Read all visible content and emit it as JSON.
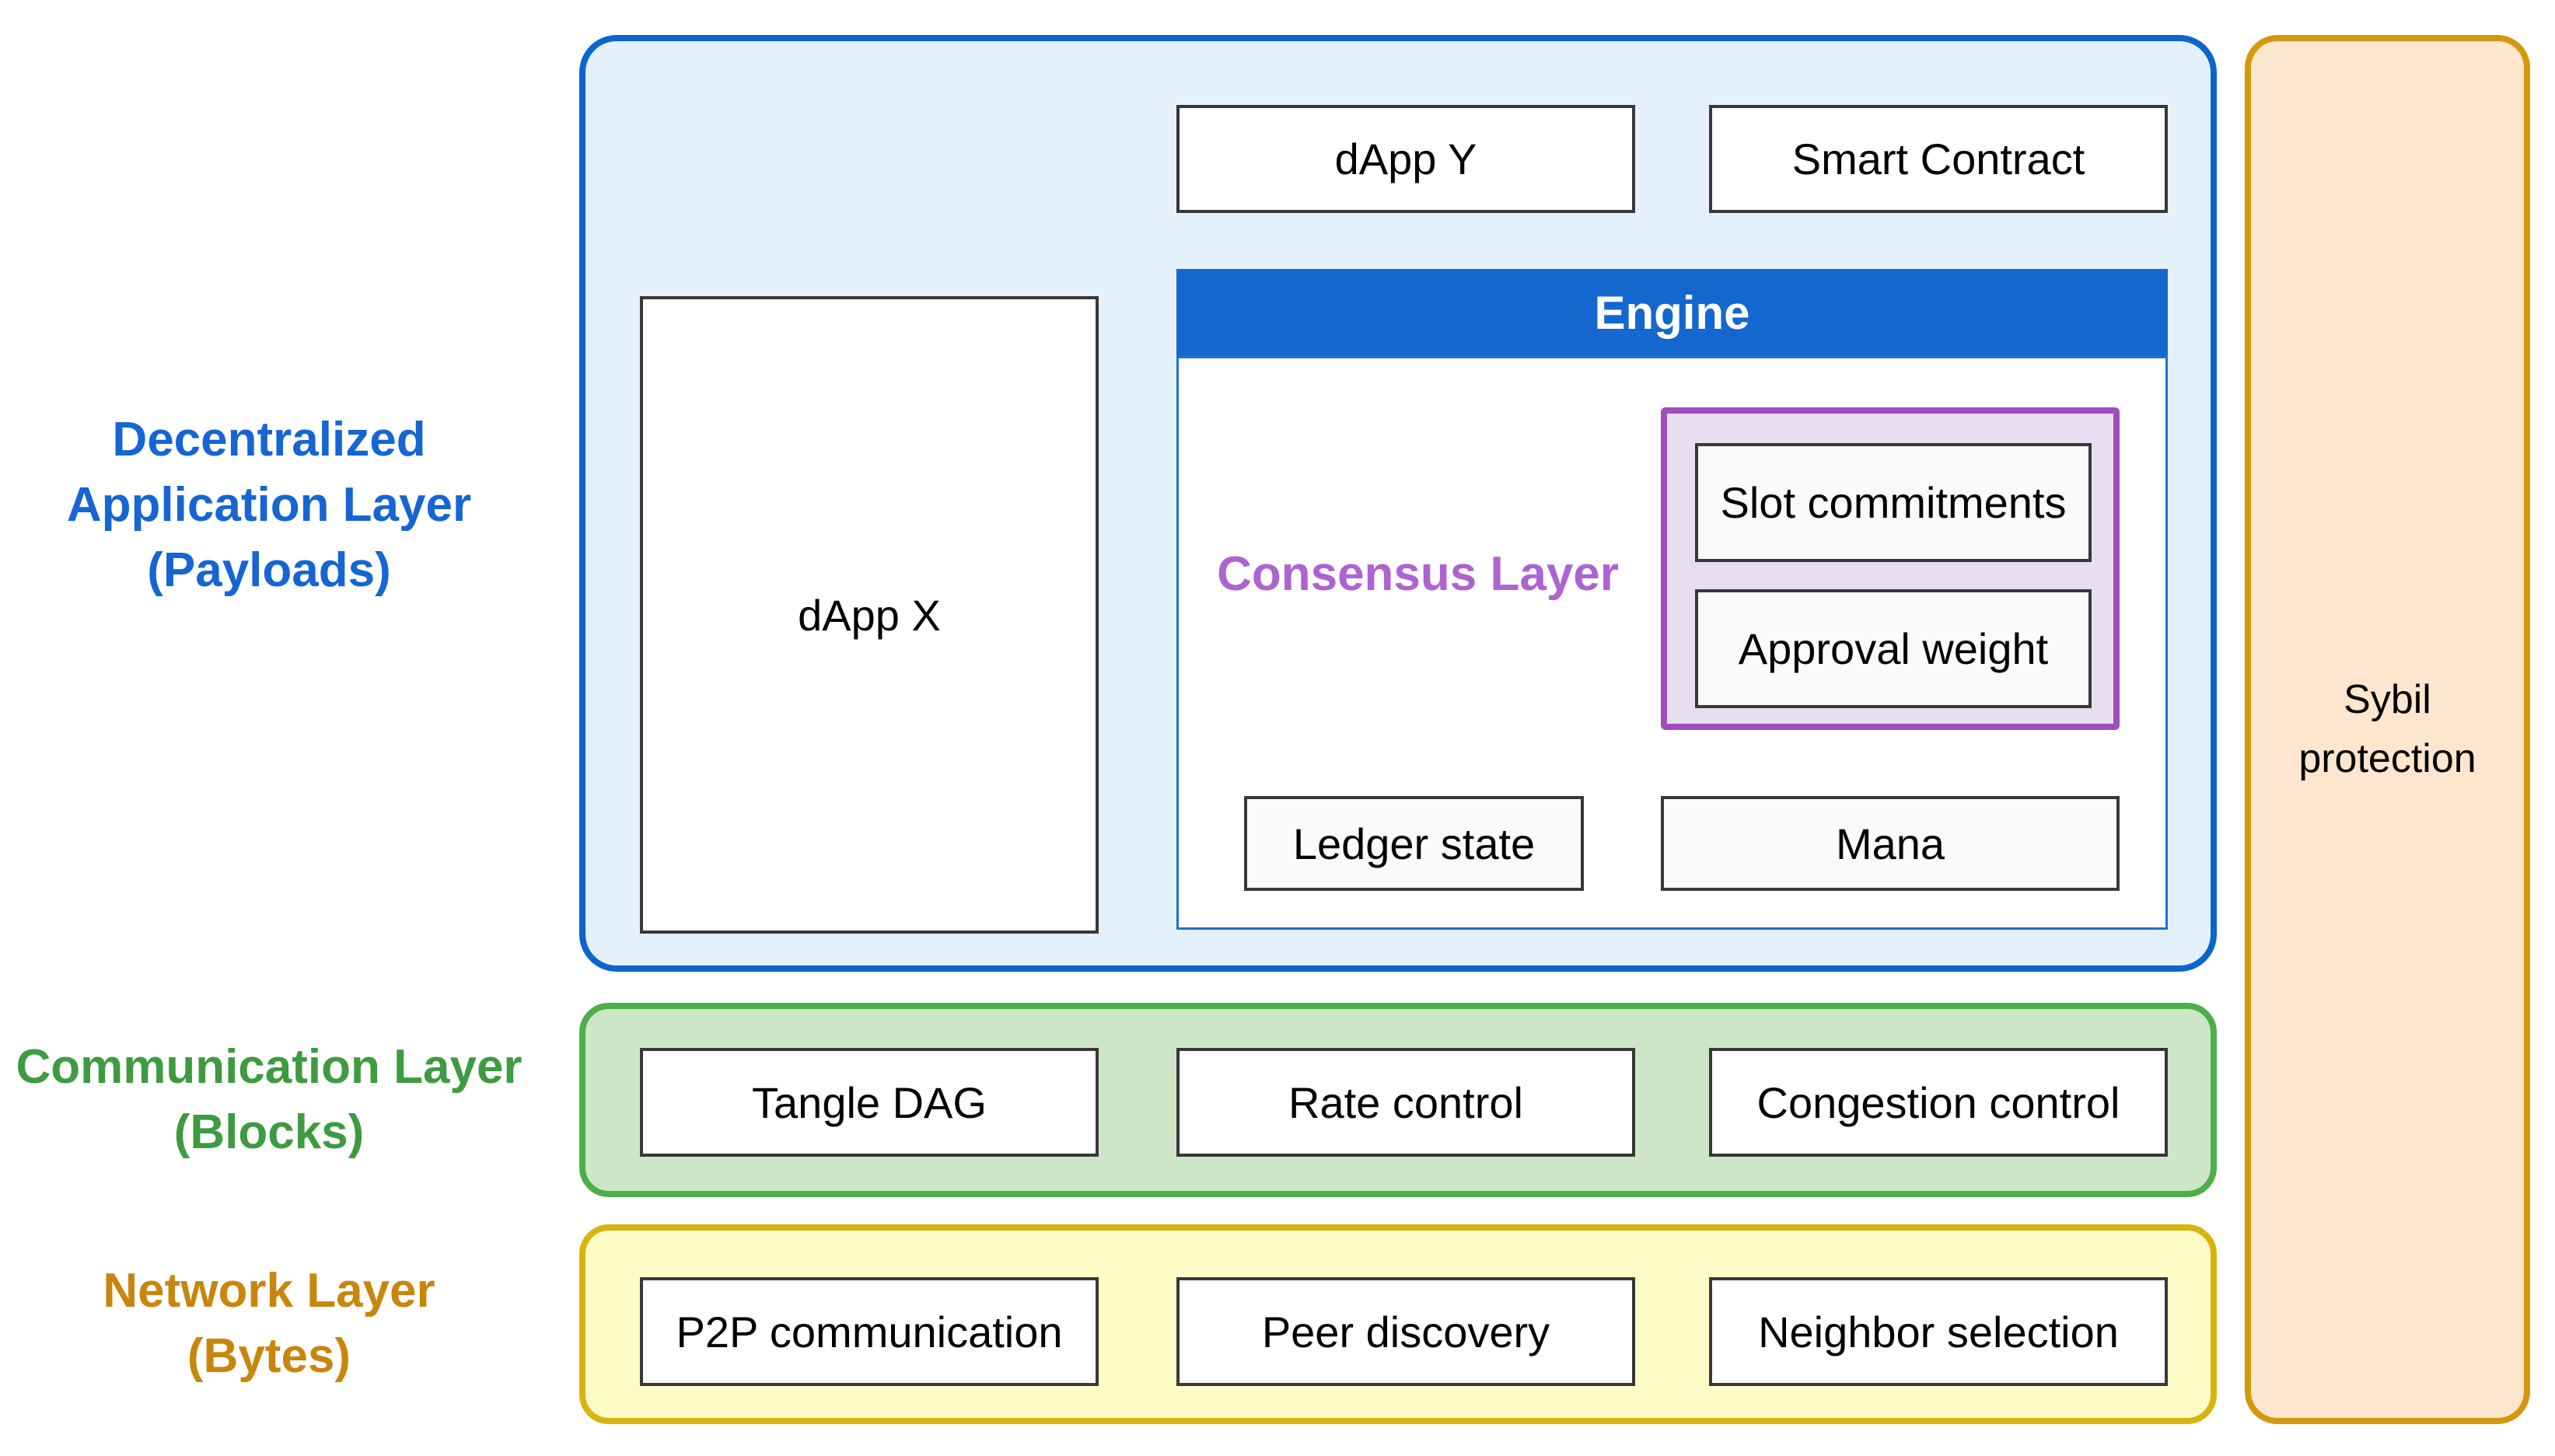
{
  "colors": {
    "app_border": "#0B66CC",
    "app_fill": "#E4F1FA",
    "app_heading_text": "#1565D2",
    "engine_header_fill": "#1467CE",
    "engine_header_text": "#FFFFFF",
    "consensus_border": "#9E4FBE",
    "consensus_fill": "#E6DFEF",
    "consensus_text": "#AE63D0",
    "comm_border": "#4DAE4A",
    "comm_fill": "#CDE6C8",
    "comm_heading_text": "#3D9B40",
    "net_border": "#D9B410",
    "net_fill": "#FEFCC6",
    "net_heading_text": "#C8860D",
    "sybil_border": "#D2990F",
    "sybil_fill": "#FCE6CE",
    "inner_box_border": "#383838",
    "inner_box_fill": "#FFFFFF"
  },
  "app_layer": {
    "heading": "Decentralized\nApplication Layer\n(Payloads)",
    "dapp_y": "dApp Y",
    "smart_contract": "Smart Contract",
    "dapp_x": "dApp X",
    "engine": {
      "title": "Engine",
      "consensus_label": "Consensus Layer",
      "slot_commitments": "Slot commitments",
      "approval_weight": "Approval weight",
      "ledger_state": "Ledger state",
      "mana": "Mana"
    }
  },
  "communication_layer": {
    "heading": "Communication Layer\n(Blocks)",
    "boxes": [
      "Tangle DAG",
      "Rate control",
      "Congestion control"
    ]
  },
  "network_layer": {
    "heading": "Network Layer\n(Bytes)",
    "boxes": [
      "P2P communication",
      "Peer discovery",
      "Neighbor selection"
    ]
  },
  "sybil_protection": {
    "label": "Sybil\nprotection"
  }
}
